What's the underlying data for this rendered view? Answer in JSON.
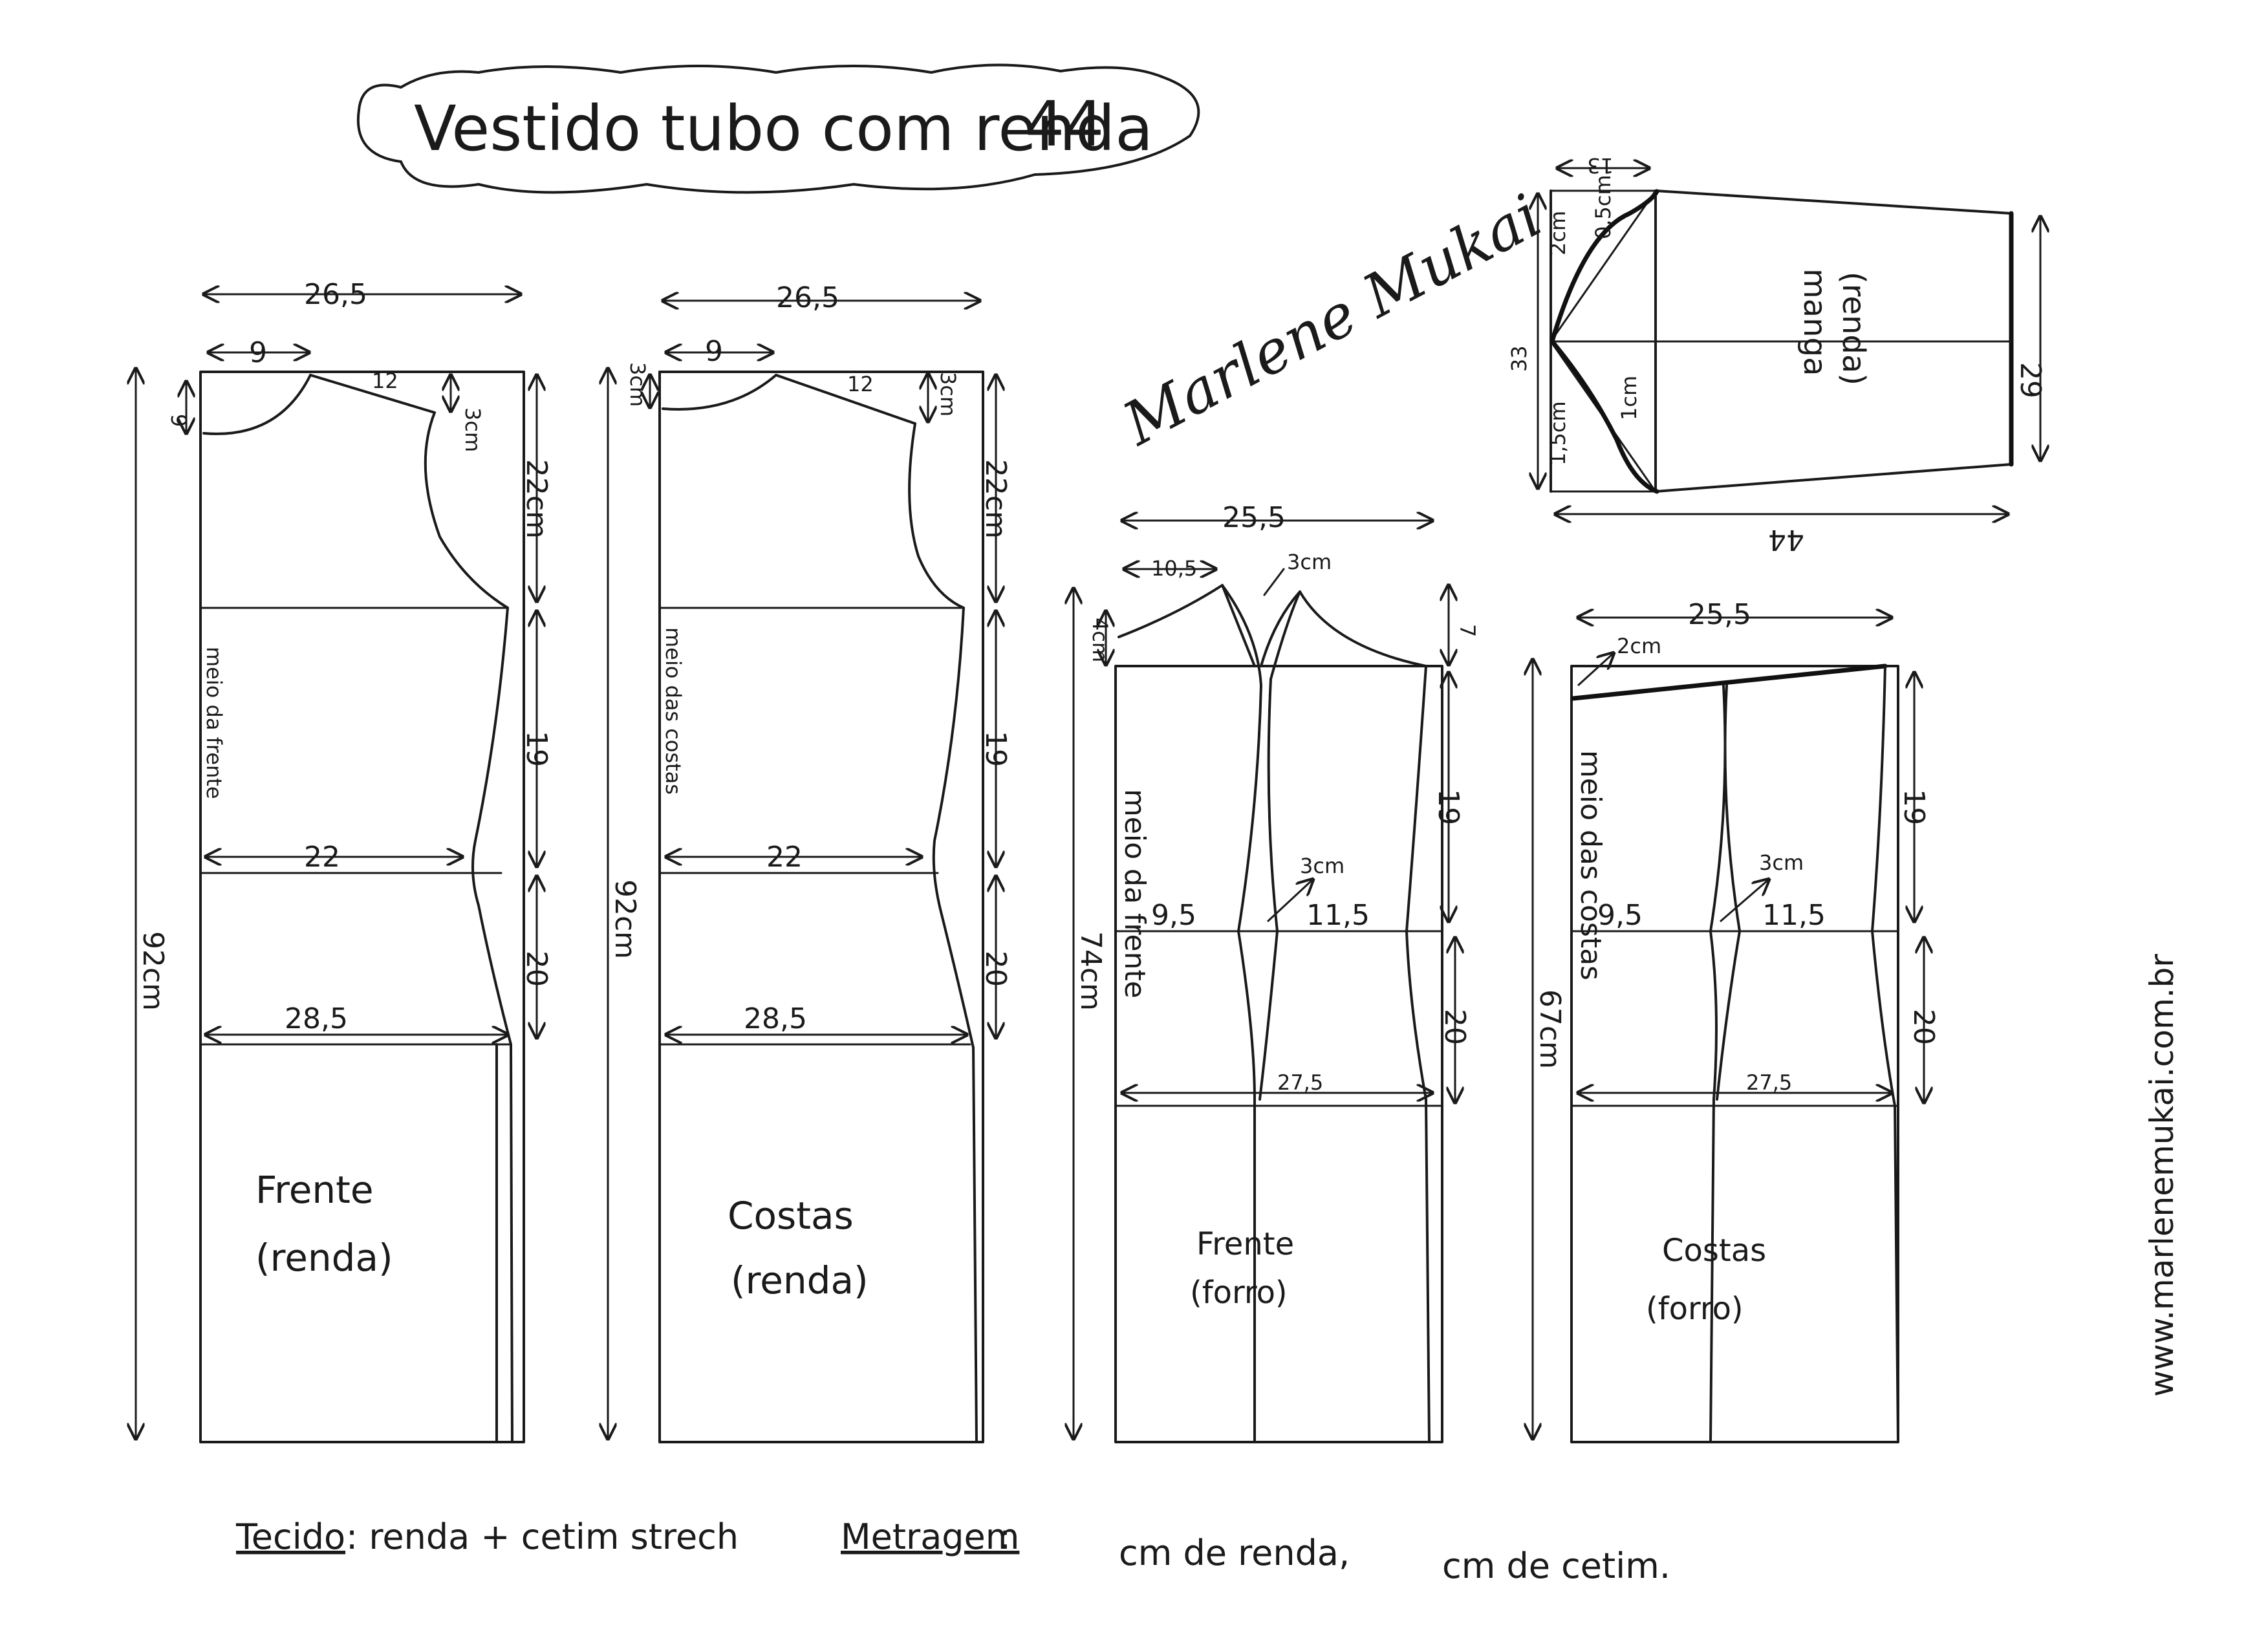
{
  "title": "Vestido tubo com renda",
  "size": "44",
  "signature": "Marlene Mukai",
  "website": "www.marlenemukai.com.br",
  "footer": {
    "fabric_label": "Tecido",
    "fabric_value": ": renda + cetim strech",
    "yardage_label": "Metragem",
    "yardage_colon": ":",
    "lace_amount": "cm de renda,",
    "satin_amount": "cm de cetim."
  },
  "pieces": {
    "front_lace": {
      "name": "Frente",
      "sub": "(renda)",
      "center_label": "meio da frente",
      "top_width": "26,5",
      "neck_w": "9",
      "neck_d": "9",
      "shoulder": "12",
      "shoulder_drop": "3cm",
      "armhole": "22cm",
      "length": "92cm",
      "waist_w": "22",
      "waist_h": "19",
      "hip_w": "28,5",
      "hip_h": "20"
    },
    "back_lace": {
      "name": "Costas",
      "sub": "(renda)",
      "center_label": "meio das costas",
      "top_width": "26,5",
      "neck_w": "9",
      "neck_d": "3cm",
      "shoulder": "12",
      "shoulder_drop": "3cm",
      "armhole": "22cm",
      "length": "92cm",
      "waist_w": "22",
      "waist_h": "19",
      "hip_w": "28,5",
      "hip_h": "20"
    },
    "front_lining": {
      "name": "Frente",
      "sub": "(forro)",
      "center_label": "meio da frente",
      "top_width": "25,5",
      "top_seg": "10,5",
      "dart_top": "3cm",
      "side_h": "4cm",
      "right_h": "7",
      "length": "74cm",
      "dart": "3cm",
      "waist_left": "9,5",
      "waist_right": "11,5",
      "waist_h": "19",
      "hip_w": "27,5",
      "hip_h": "20"
    },
    "back_lining": {
      "name": "Costas",
      "sub": "(forro)",
      "center_label": "meio das costas",
      "top_width": "25,5",
      "top_drop": "2cm",
      "length": "67cm",
      "dart": "3cm",
      "waist_left": "9,5",
      "waist_right": "11,5",
      "waist_h": "19",
      "hip_w": "27,5",
      "hip_h": "20"
    },
    "sleeve": {
      "name": "manga",
      "sub": "(renda)",
      "cap_w": "13",
      "height": "33",
      "width": "44",
      "right_h": "29",
      "cap_a": "2cm",
      "cap_b": "0,5cm",
      "cap_c": "1cm",
      "cap_d": "1,5cm"
    }
  }
}
